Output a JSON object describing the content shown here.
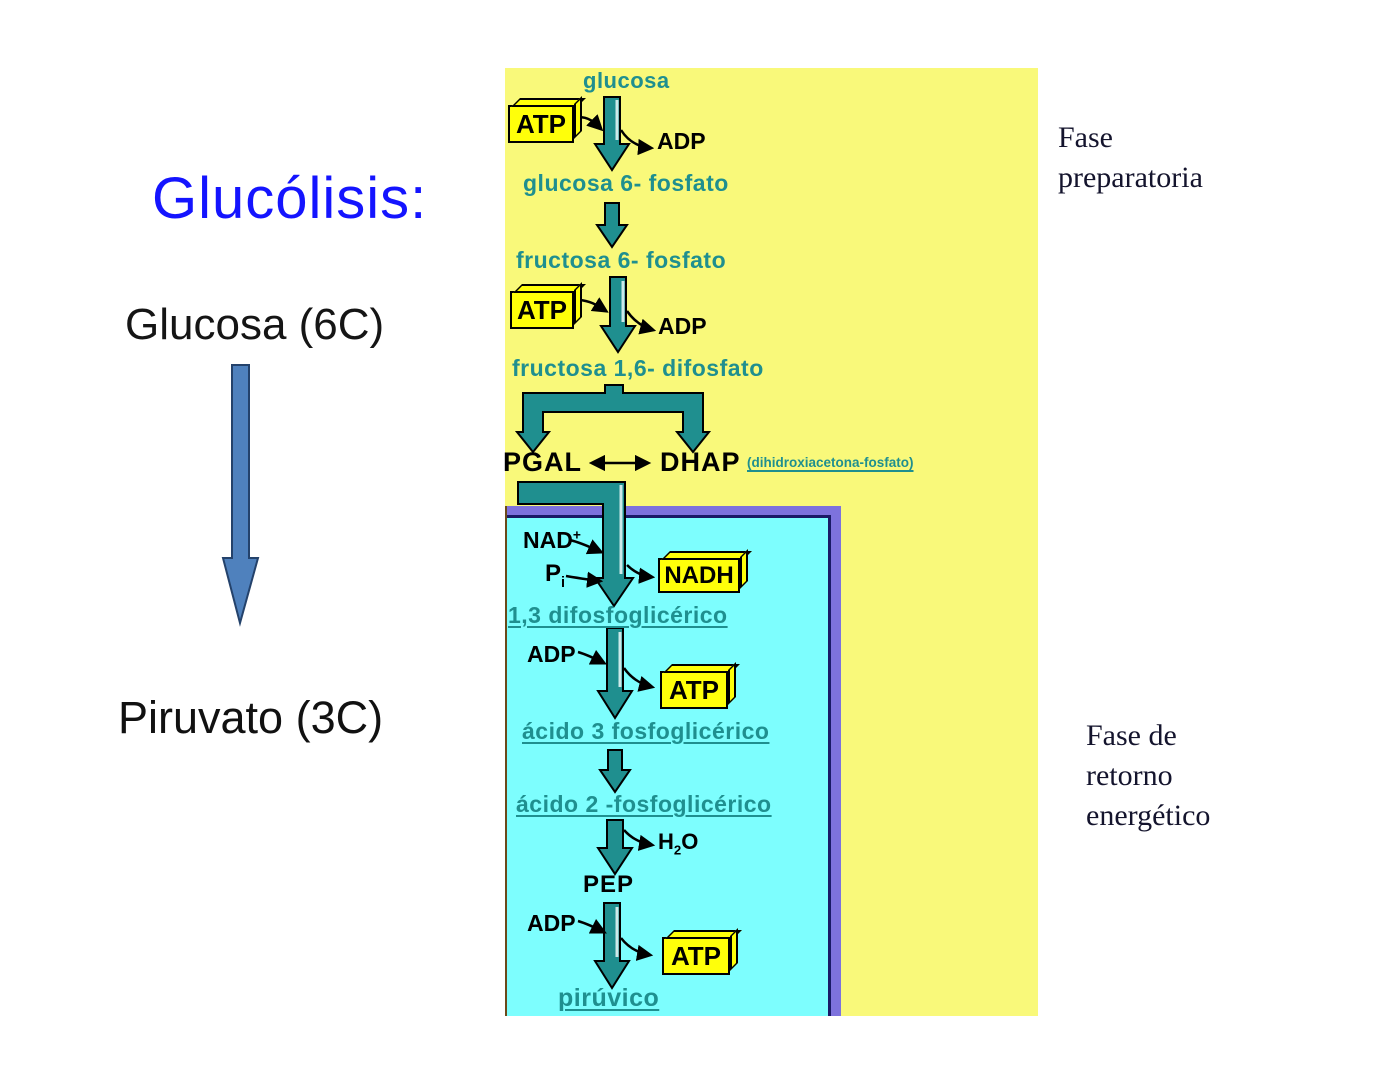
{
  "left_column": {
    "title": "Glucólisis:",
    "substrate": "Glucosa (6C)",
    "product": "Piruvato (3C)"
  },
  "right_column": {
    "phase1_line1": "Fase",
    "phase1_line2": "preparatoria",
    "phase2_line1": "Fase de",
    "phase2_line2": "retorno",
    "phase2_line3": "energético"
  },
  "diagram": {
    "metabolites": {
      "glucosa": "glucosa",
      "glucosa6fosfato": "glucosa 6- fosfato",
      "fructosa6fosfato": "fructosa 6- fosfato",
      "fructosa16difosfato": "fructosa 1,6- difosfato",
      "pgal": "PGAL",
      "dhap": "DHAP",
      "dhap_full_name": "(dihidroxiacetona-fosfato)",
      "difosfoglicerico13": "1,3 difosfoglicérico",
      "acido3fosfoglicerico": "ácido 3 fosfoglicérico",
      "acido2fosfoglicerico": "ácido 2 -fosfoglicérico",
      "pep": "PEP",
      "piruvico": "pirúvico"
    },
    "cofactors": {
      "atp": "ATP",
      "adp": "ADP",
      "nadh": "NADH",
      "nad_base": "NAD",
      "nad_sup": "+",
      "p_base": "P",
      "p_sub": "i",
      "h2o_h": "H",
      "h2o_sub": "2",
      "h2o_o": "O"
    }
  },
  "colors": {
    "panel_yellow": "#f9f97a",
    "panel_cyan": "#7dfefe",
    "border_purple": "#7d72dd",
    "teal": "#1f8f8f",
    "chip_yellow": "#ffff0a",
    "title_blue": "#1414ff",
    "big_arrow_blue": "#4f81bd"
  }
}
